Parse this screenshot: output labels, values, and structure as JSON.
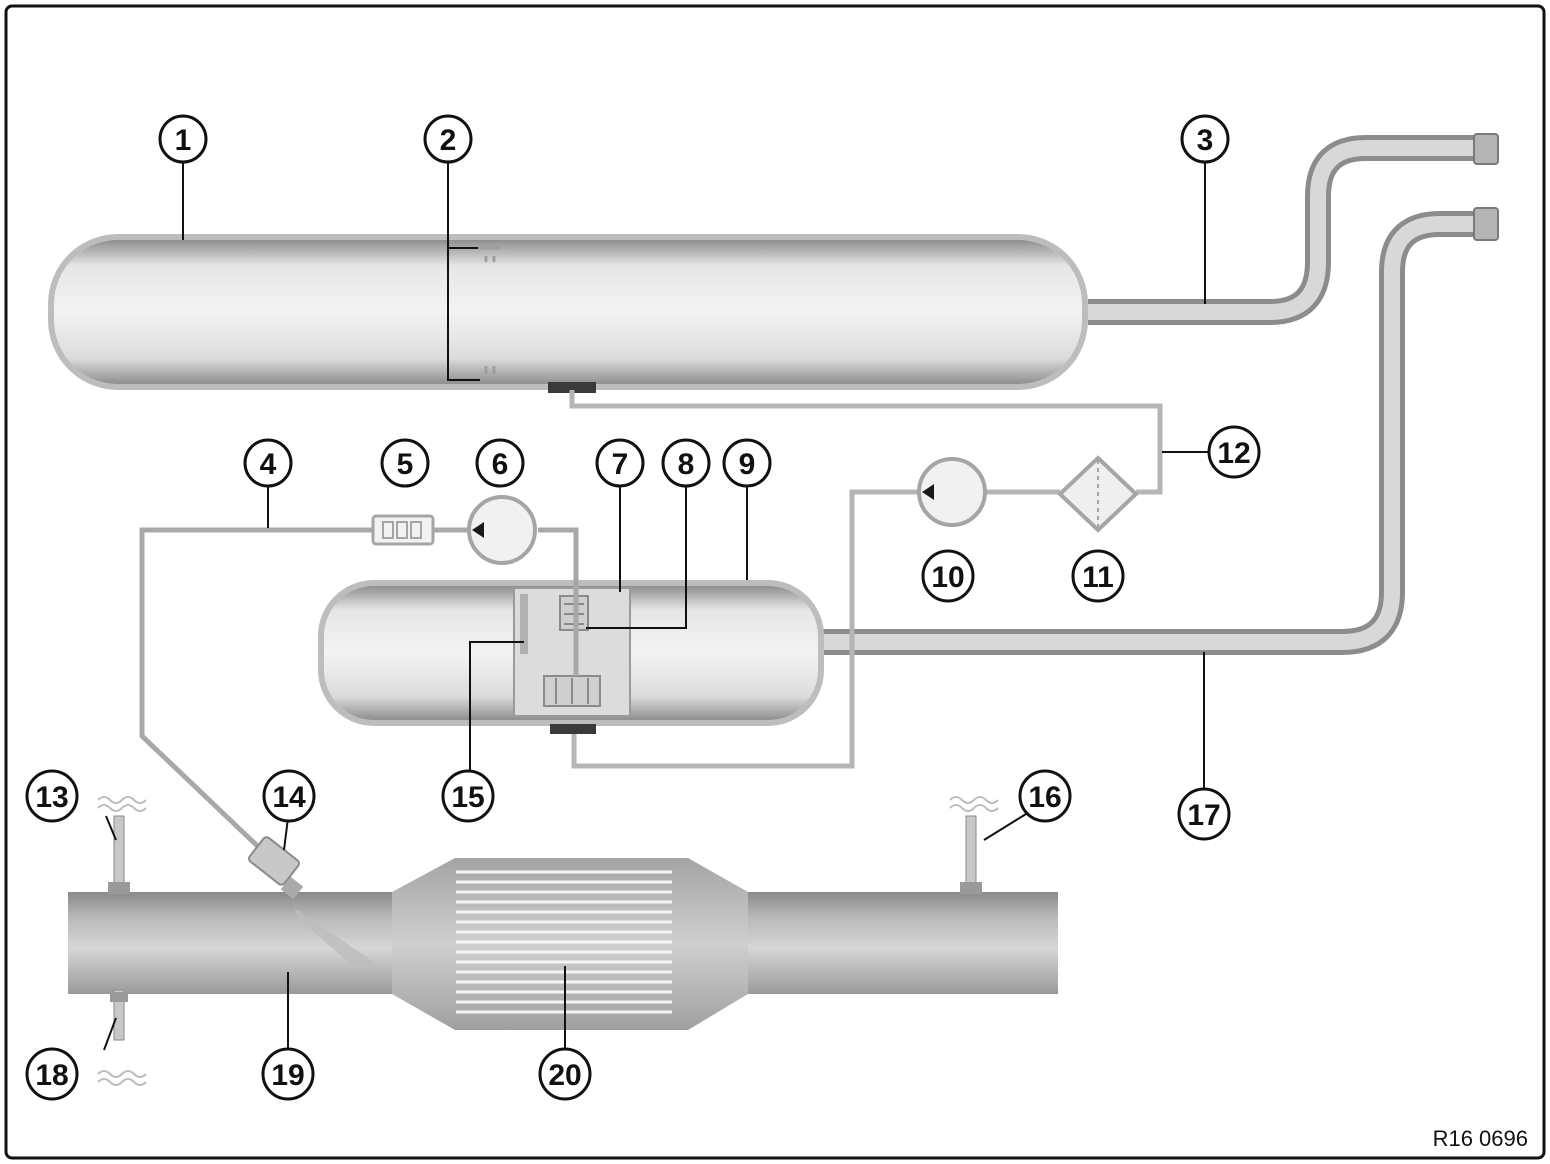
{
  "figure": {
    "reference_code": "R16 0696"
  },
  "callouts": [
    {
      "id": "1",
      "label": "1"
    },
    {
      "id": "2",
      "label": "2"
    },
    {
      "id": "3",
      "label": "3"
    },
    {
      "id": "4",
      "label": "4"
    },
    {
      "id": "5",
      "label": "5"
    },
    {
      "id": "6",
      "label": "6"
    },
    {
      "id": "7",
      "label": "7"
    },
    {
      "id": "8",
      "label": "8"
    },
    {
      "id": "9",
      "label": "9"
    },
    {
      "id": "10",
      "label": "10"
    },
    {
      "id": "11",
      "label": "11"
    },
    {
      "id": "12",
      "label": "12"
    },
    {
      "id": "13",
      "label": "13"
    },
    {
      "id": "14",
      "label": "14"
    },
    {
      "id": "15",
      "label": "15"
    },
    {
      "id": "16",
      "label": "16"
    },
    {
      "id": "17",
      "label": "17"
    },
    {
      "id": "18",
      "label": "18"
    },
    {
      "id": "19",
      "label": "19"
    },
    {
      "id": "20",
      "label": "20"
    }
  ],
  "colors": {
    "frame": "#111111",
    "component_fill": "#c9c9c9",
    "component_edge": "#9a9a9a",
    "pipe": "#b8b8b8",
    "callout_stroke": "#111111"
  }
}
